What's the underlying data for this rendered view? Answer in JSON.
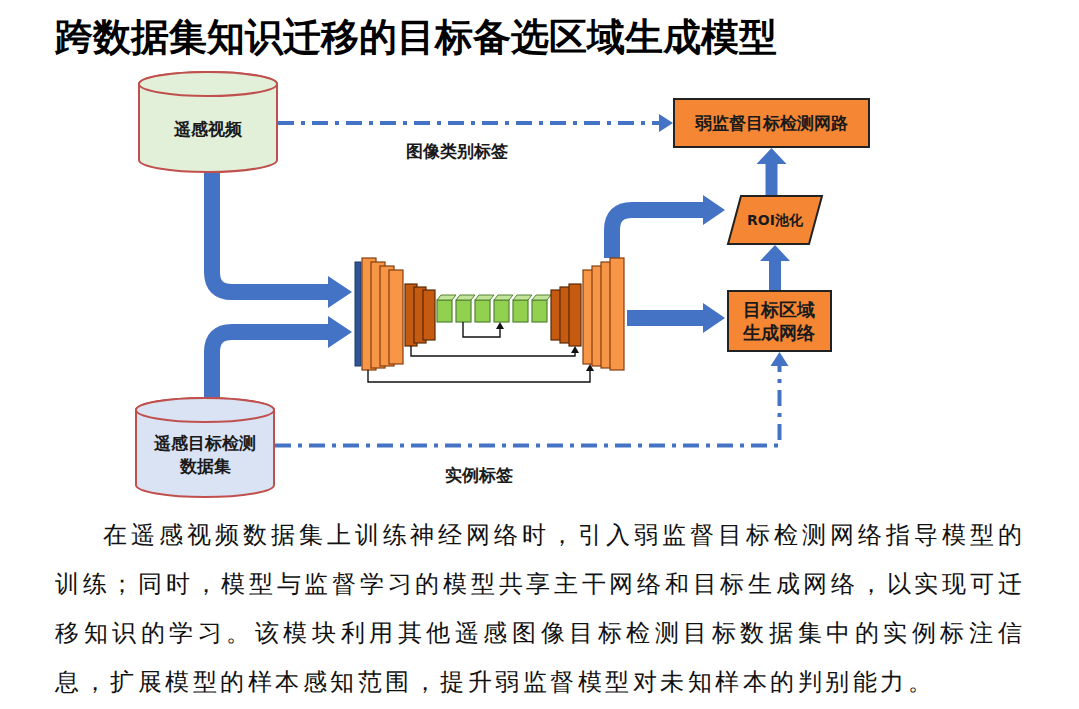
{
  "diagram": {
    "title": "跨数据集知识迁移的目标备选区域生成模型",
    "caption": "在遥感视频数据集上训练神经网络时，引入弱监督目标检测网络指导模型的训练；同时，模型与监督学习的模型共享主干网络和目标生成网络，以实现可迁移知识的学习。该模块利用其他遥感图像目标检测目标数据集中的实例标注信息，扩展模型的样本感知范围，提升弱监督模型对未知样本的判别能力。",
    "nodes": [
      {
        "text": [
          "遥感视频"
        ]
      },
      {
        "text": [
          "弱监督目标检测网路"
        ]
      },
      {
        "text": [
          "ROI池化"
        ]
      },
      {
        "text": [
          "目标区域 生成网络"
        ]
      },
      {
        "text": [
          "遥感目标检测 数据集"
        ]
      }
    ],
    "edges": [
      {
        "from": 0,
        "to": 1,
        "label": "图像类别标签",
        "arrow": "to"
      },
      {
        "from": 2,
        "to": 1,
        "arrow": "to"
      },
      {
        "from": 3,
        "to": 2,
        "arrow": "to"
      },
      {
        "from": 4,
        "to": 3,
        "label": "实例标签",
        "arrow": "to"
      }
    ]
  }
}
